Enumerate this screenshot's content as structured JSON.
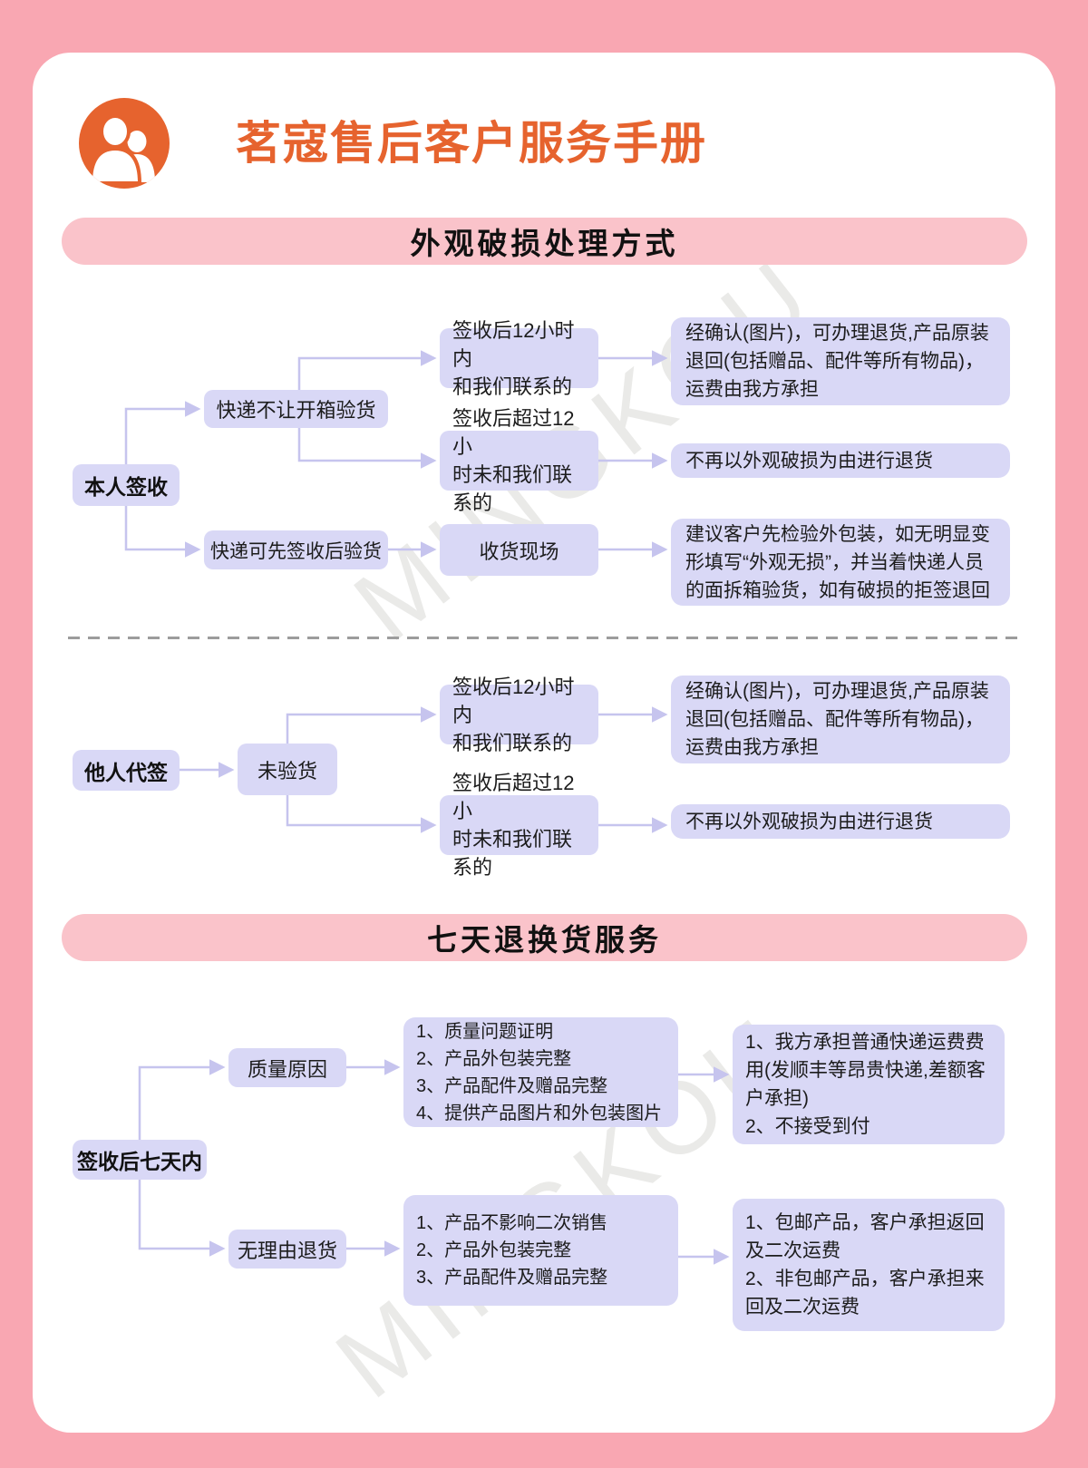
{
  "header": {
    "title": "茗寇售后客户服务手册",
    "logo_icon": "people-icon"
  },
  "watermark": {
    "text": "MINGKOU"
  },
  "colors": {
    "background_pink": "#F9A7B2",
    "banner_pink": "#FAC3CA",
    "brand_orange": "#E6632E",
    "node_lavender": "#D9D8F6",
    "connector_lavender": "#C6C4EE",
    "text_dark": "#222222",
    "divider_gray": "#9C9C9C",
    "watermark_gray": "#EAEAE8"
  },
  "shared": {
    "within_12h": "签收后12小时内\n和我们联系的",
    "over_12h": "签收后超过12小\n时未和我们联系的",
    "refund_ok": "经确认(图片)，可办理退货,产品原装退回(包括赠品、配件等所有物品)，运费由我方承担",
    "refund_denied": "不再以外观破损为由进行退货"
  },
  "section1": {
    "banner": "外观破损处理方式",
    "self_sign": "本人签收",
    "courier_no_open": "快递不让开箱验货",
    "courier_sign_first": "快递可先签收后验货",
    "receiving_site": "收货现场",
    "inspect_advice": "建议客户先检验外包装，如无明显变形填写“外观无损”，并当着快递人员的面拆箱验货，如有破损的拒签退回",
    "proxy_sign": "他人代签",
    "not_inspected": "未验货"
  },
  "section2": {
    "banner": "七天退换货服务",
    "within_7_days": "签收后七天内",
    "quality_reason": "质量原因",
    "no_reason_return": "无理由退货",
    "quality_conditions": [
      "1、质量问题证明",
      "2、产品外包装完整",
      "3、产品配件及赠品完整",
      "4、提供产品图片和外包装图片"
    ],
    "quality_policy": [
      "1、我方承担普通快递运费费用(发顺丰等昂贵快递,差额客户承担)",
      "2、不接受到付"
    ],
    "no_reason_conditions": [
      "1、产品不影响二次销售",
      "2、产品外包装完整",
      "3、产品配件及赠品完整"
    ],
    "no_reason_policy": [
      "1、包邮产品，客户承担返回及二次运费",
      "2、非包邮产品，客户承担来回及二次运费"
    ]
  }
}
